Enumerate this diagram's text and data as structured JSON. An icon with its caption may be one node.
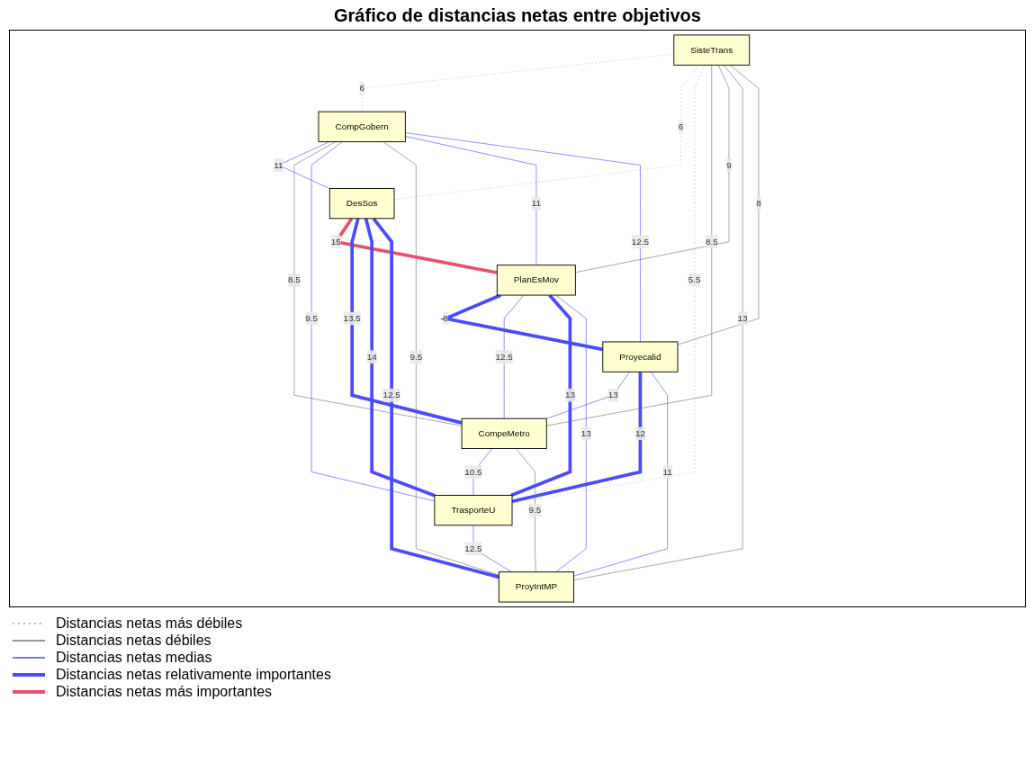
{
  "diagram": {
    "title": "Gráfico de distancias netas entre objetivos",
    "nodes": [
      {
        "text": [
          "SisteTrans"
        ]
      },
      {
        "text": [
          "CompGobern"
        ]
      },
      {
        "text": [
          "DesSos"
        ]
      },
      {
        "text": [
          "PlanEsMov"
        ]
      },
      {
        "text": [
          "Proyecalid"
        ]
      },
      {
        "text": [
          "CompeMetro"
        ]
      },
      {
        "text": [
          "TrasporteU"
        ]
      },
      {
        "text": [
          "ProyIntMP"
        ]
      }
    ],
    "edges": [
      {
        "from": 0,
        "to": 1,
        "arrow": "none",
        "label": "6",
        "style": "dashed",
        "color": "#a0a0a0"
      },
      {
        "from": 0,
        "to": 2,
        "arrow": "none",
        "label": "6",
        "style": "dashed",
        "color": "#a0a0a0"
      },
      {
        "from": 0,
        "to": 6,
        "arrow": "none",
        "label": "5.5",
        "style": "dashed",
        "color": "#a0a0a0"
      },
      {
        "from": 0,
        "to": 5,
        "arrow": "none",
        "label": "8.5",
        "color": "#707070"
      },
      {
        "from": 0,
        "to": 3,
        "arrow": "none",
        "label": "9",
        "color": "#707070"
      },
      {
        "from": 0,
        "to": 7,
        "arrow": "none",
        "label": "13",
        "color": "#707070"
      },
      {
        "from": 0,
        "to": 4,
        "arrow": "none",
        "label": "8",
        "color": "#707070"
      },
      {
        "from": 1,
        "to": 2,
        "arrow": "none",
        "label": "11"
      },
      {
        "from": 1,
        "to": 5,
        "arrow": "none",
        "label": "8.5",
        "color": "#707070"
      },
      {
        "from": 1,
        "to": 6,
        "arrow": "none",
        "label": "9.5"
      },
      {
        "from": 1,
        "to": 7,
        "arrow": "none",
        "label": "9.5",
        "color": "#707070"
      },
      {
        "from": 1,
        "to": 3,
        "arrow": "none",
        "label": "11"
      },
      {
        "from": 1,
        "to": 4,
        "arrow": "none",
        "label": "12.5"
      },
      {
        "from": 2,
        "to": 3,
        "arrow": "none",
        "label": "15",
        "style": "thick",
        "color": "#e8506a"
      },
      {
        "from": 2,
        "to": 5,
        "arrow": "none",
        "label": "13.5",
        "style": "thick"
      },
      {
        "from": 2,
        "to": 6,
        "arrow": "none",
        "label": "14",
        "style": "thick"
      },
      {
        "from": 2,
        "to": 7,
        "arrow": "none",
        "label": "12.5",
        "style": "thick"
      },
      {
        "from": 3,
        "to": 4,
        "arrow": "none",
        "label": "8",
        "style": "thick"
      },
      {
        "from": 3,
        "to": 5,
        "arrow": "none",
        "label": "12.5"
      },
      {
        "from": 3,
        "to": 6,
        "arrow": "none",
        "label": "13",
        "style": "thick"
      },
      {
        "from": 3,
        "to": 7,
        "arrow": "none",
        "label": "13"
      },
      {
        "from": 4,
        "to": 5,
        "arrow": "none",
        "label": "13"
      },
      {
        "from": 4,
        "to": 6,
        "arrow": "none",
        "label": "12",
        "style": "thick"
      },
      {
        "from": 4,
        "to": 7,
        "arrow": "none",
        "label": "11"
      },
      {
        "from": 5,
        "to": 6,
        "arrow": "none",
        "label": "10.5"
      },
      {
        "from": 5,
        "to": 7,
        "arrow": "none",
        "label": "9.5",
        "color": "#707070"
      },
      {
        "from": 6,
        "to": 7,
        "arrow": "none",
        "label": "12.5"
      }
    ],
    "legend": [
      {
        "text": "Distancias netas más débiles"
      },
      {
        "text": "Distancias netas débiles"
      },
      {
        "text": "Distancias netas medias"
      },
      {
        "text": "Distancias netas relativamente importantes"
      },
      {
        "text": "Distancias netas más importantes"
      }
    ]
  }
}
